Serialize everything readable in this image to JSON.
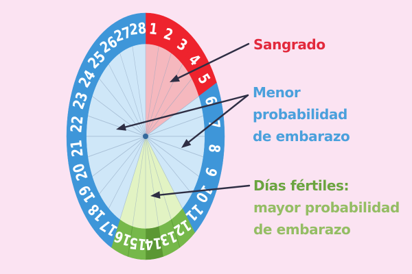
{
  "colors": {
    "background": "#fbe3f2",
    "arrow": "#2e2e44",
    "number_text": "#ffffff",
    "divider_line": "#8aa2bd",
    "center_dot": "#35699c",
    "green_seam": "#4e8a2c"
  },
  "wheel": {
    "total_days": 28,
    "days": [
      1,
      2,
      3,
      4,
      5,
      6,
      7,
      8,
      9,
      10,
      11,
      12,
      13,
      14,
      15,
      16,
      17,
      18,
      19,
      20,
      21,
      22,
      23,
      24,
      25,
      26,
      27,
      28
    ],
    "phases": [
      {
        "name": "sangrado",
        "from": 1,
        "to": 5,
        "band": "#ee232d",
        "inner": "#f5b8be"
      },
      {
        "name": "menor-probabilidad",
        "from": 6,
        "to": 11,
        "band": "#3e96d9",
        "inner": "#cfe7f8"
      },
      {
        "name": "dias-fertiles",
        "from": 12,
        "to": 13,
        "band": "#76b84a",
        "inner": "#e2f3c3"
      },
      {
        "name": "ovulacion",
        "from": 14,
        "to": 14,
        "band": "#5b9733",
        "inner": "#e2f3c3"
      },
      {
        "name": "dias-fertiles",
        "from": 15,
        "to": 16,
        "band": "#76b84a",
        "inner": "#e2f3c3"
      },
      {
        "name": "menor-probabilidad",
        "from": 17,
        "to": 28,
        "band": "#3e96d9",
        "inner": "#cfe7f8"
      }
    ]
  },
  "annotations": {
    "sangrado": {
      "text": "Sangrado",
      "color": "#e2293c"
    },
    "menor": {
      "lines": [
        "Menor",
        "probabilidad",
        "de embarazo"
      ],
      "color": "#4aa0dc"
    },
    "fertiles": {
      "title": "Días fértiles:",
      "lines": [
        "mayor probabilidad",
        "de embarazo"
      ],
      "title_color": "#6ba440",
      "body_color": "#94bd64"
    }
  }
}
